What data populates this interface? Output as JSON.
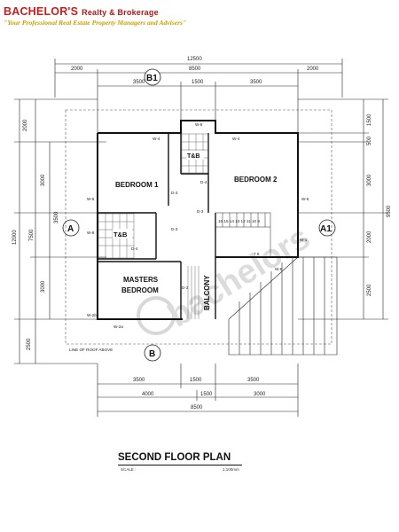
{
  "header": {
    "brand": "BACHELOR'S",
    "brand_sub": "Realty & Brokerage",
    "tagline": "\"Your Professional Real Estate Property Managers and Advisers\""
  },
  "plan": {
    "title": "SECOND FLOOR PLAN",
    "scale_label": "SCALE :",
    "scale_value": "1:100mm",
    "grid_markers": [
      "B1",
      "B",
      "A",
      "A1"
    ],
    "rooms": [
      "BEDROOM 1",
      "BEDROOM 2",
      "MASTERS",
      "BEDROOM",
      "T&B",
      "T&B",
      "BALCONY"
    ],
    "roof_note": "LINE OF ROOF ABOVE",
    "stair_steps": "16 15 14 13 12 11 10 9",
    "stair_steps_low": "7 8",
    "doors": [
      "D-4",
      "D-3",
      "D-3",
      "D-3",
      "D-4",
      "D-2"
    ],
    "windows": [
      "W-9",
      "W-4",
      "W-4",
      "W-6",
      "W-6",
      "W-8",
      "W-2b",
      "W-2a",
      "W-1",
      "W-6"
    ],
    "watermark": "bachelors",
    "dims_top": [
      "12500",
      "2000",
      "8500",
      "2000",
      "3500",
      "1500",
      "3500"
    ],
    "dims_bottom": [
      "3500",
      "1500",
      "3500",
      "4000",
      "1500",
      "3000",
      "8500"
    ],
    "dims_left": [
      "2000",
      "3000",
      "7500",
      "3500",
      "12000",
      "3000",
      "2500"
    ],
    "dims_right": [
      "1500",
      "500",
      "3000",
      "9500",
      "2000",
      "2500"
    ]
  }
}
